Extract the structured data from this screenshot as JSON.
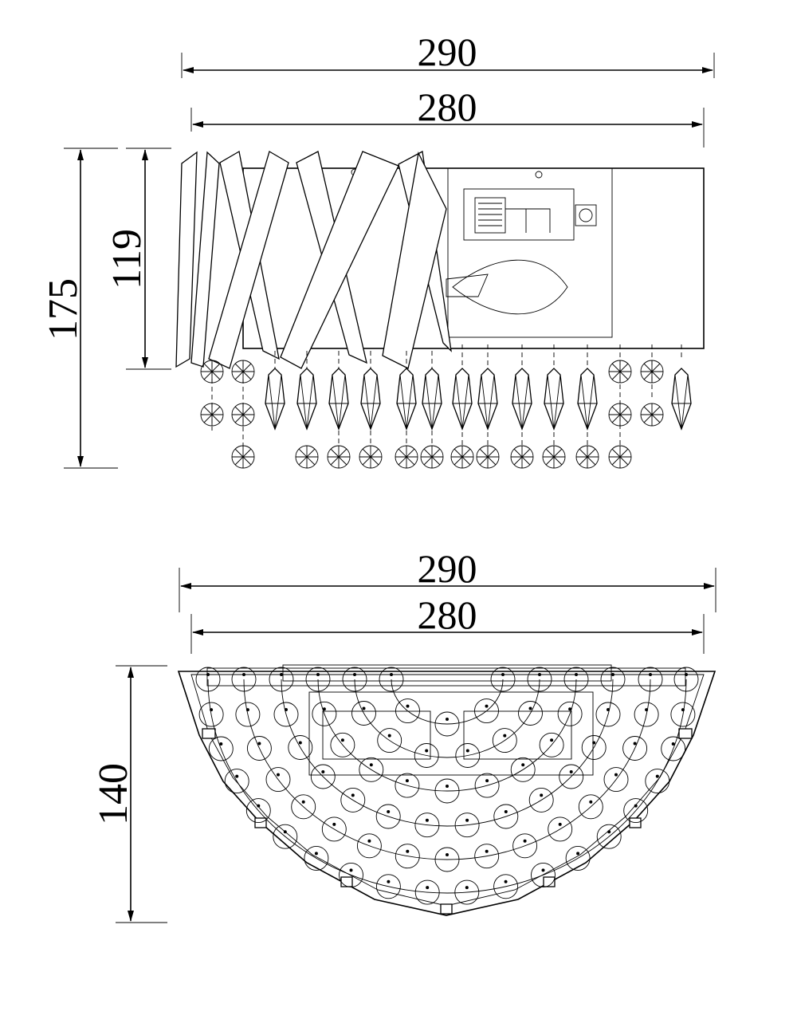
{
  "front_view": {
    "width_outer": "290",
    "width_inner": "280",
    "height_total": "175",
    "height_body": "119"
  },
  "top_view": {
    "width_outer": "290",
    "width_inner": "280",
    "depth": "140"
  },
  "colors": {
    "line": "#000000",
    "background": "#ffffff"
  }
}
